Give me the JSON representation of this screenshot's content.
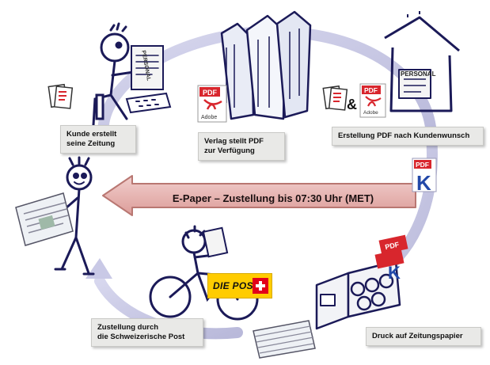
{
  "labels": {
    "customer": [
      "Kunde erstellt",
      "seine Zeitung"
    ],
    "publisher": [
      "Verlag stellt PDF",
      "zur Verfügung"
    ],
    "creation": [
      "Erstellung PDF nach Kundenwunsch"
    ],
    "print": [
      "Druck auf Zeitungspapier"
    ],
    "delivery": [
      "Zustellung durch",
      "die Schweizerische Post"
    ]
  },
  "banner": "E-Paper – Zustellung bis 07:30 Uhr (MET)",
  "icons": {
    "pdf_tag": "PDF",
    "adobe": "Adobe",
    "ampersand": "&",
    "k_letter": "K",
    "personal_sign": "PERSONAL",
    "post_logo": "DIE POST"
  },
  "colors": {
    "cycle": "#c9c9e6",
    "banner_fill": "#e8b2b0",
    "banner_stroke": "#b97772",
    "pdf_red": "#d8262d",
    "k_blue": "#2248a8",
    "ink": "#1b1a58",
    "post_yellow": "#ffcc00"
  }
}
